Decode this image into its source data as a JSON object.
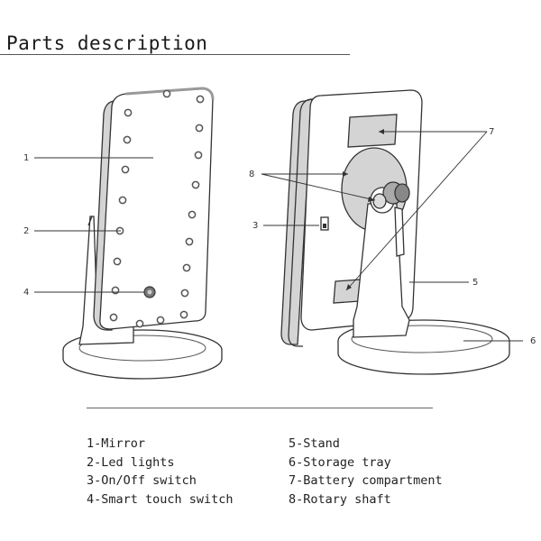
{
  "header": {
    "title": "Parts description"
  },
  "callouts": {
    "c1": "1",
    "c2": "2",
    "c3": "3",
    "c4": "4",
    "c5": "5",
    "c6": "6",
    "c7": "7",
    "c8": "8"
  },
  "legend": {
    "left": [
      "1-Mirror",
      "2-Led lights",
      "3-On/Off switch",
      "4-Smart touch switch"
    ],
    "right": [
      "5-Stand",
      "6-Storage tray",
      "7-Battery compartment",
      "8-Rotary shaft"
    ]
  },
  "colors": {
    "line": "#333333",
    "shade": "#cfcfcf",
    "led": "#666666"
  }
}
